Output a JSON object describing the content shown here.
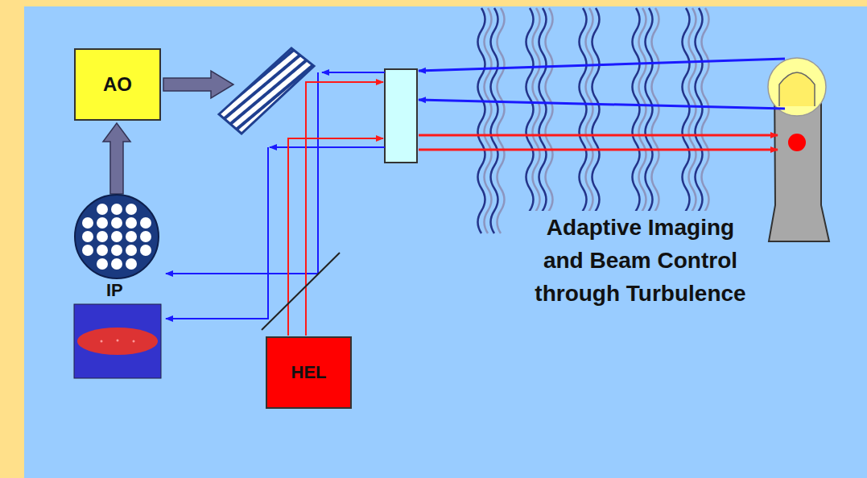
{
  "diagram": {
    "title": "Adaptive Imaging and Beam Control through Turbulence",
    "nodes": [
      {
        "text": [
          "AO"
        ]
      },
      {
        "text": [
          "HEL"
        ]
      }
    ],
    "labels": [
      "IP"
    ]
  }
}
